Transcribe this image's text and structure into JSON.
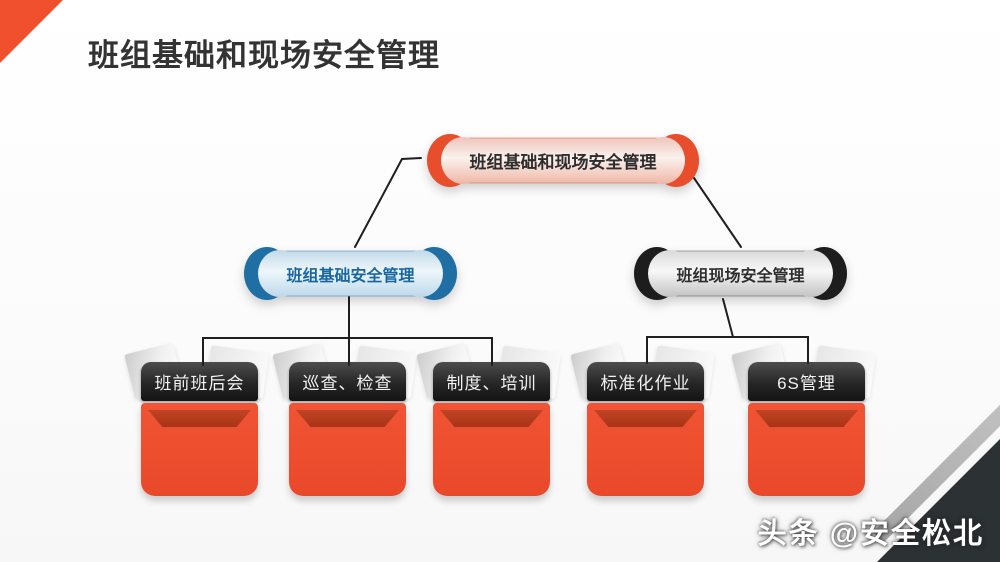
{
  "slide": {
    "title": "班组基础和现场安全管理",
    "watermark": "头条 @安全松北"
  },
  "diagram": {
    "root": {
      "label": "班组基础和现场安全管理"
    },
    "branches": [
      {
        "label": "班组基础安全管理"
      },
      {
        "label": "班组现场安全管理"
      }
    ],
    "leaves": [
      {
        "label": "班前班后会"
      },
      {
        "label": "巡查、检查"
      },
      {
        "label": "制度、培训"
      },
      {
        "label": "标准化作业"
      },
      {
        "label": "6S管理"
      }
    ],
    "colors": {
      "accent_red": "#ee4b2b",
      "pill_blue": "#1f6ea4",
      "pill_dark": "#1d1d1d",
      "folder_red": "#eb4c2b",
      "folder_header_dark": "#1e1e1e",
      "connector_line": "#1f1f1f",
      "corner_dark": "#2c3134",
      "corner_stripe_gray": "#b3b3b3"
    }
  }
}
